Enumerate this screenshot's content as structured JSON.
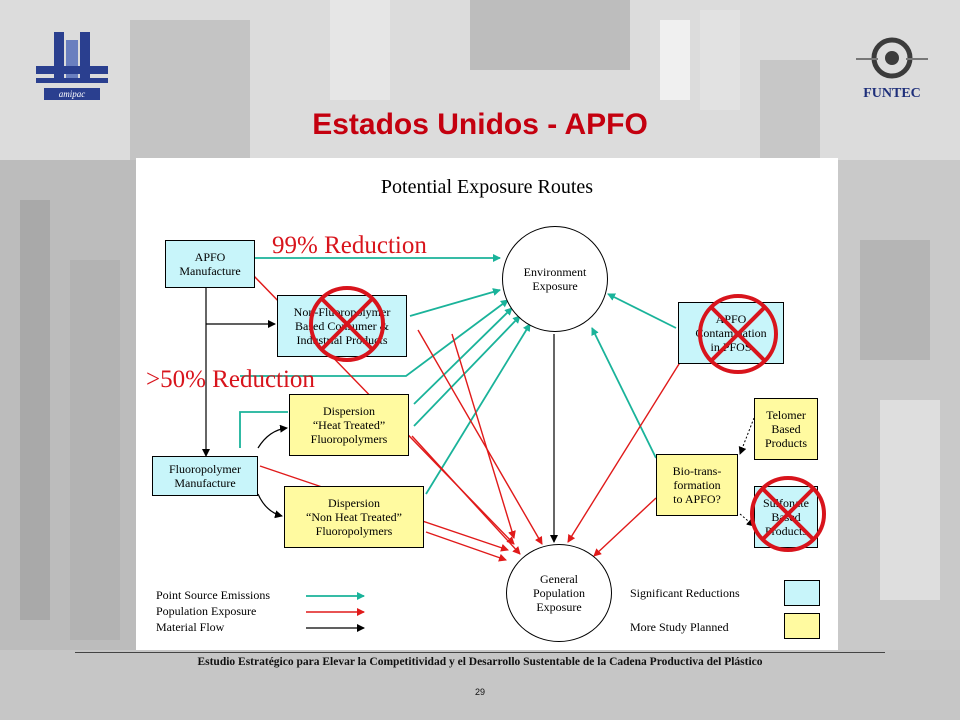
{
  "slide": {
    "title": "Estados Unidos - APFO",
    "footer": "Estudio Estratégico para Elevar la Competitividad y el Desarrollo Sustentable de la Cadena Productiva del Plástico",
    "page_number": "29"
  },
  "logos": {
    "left_text": "amipac",
    "right_text": "FUNTEC"
  },
  "diagram": {
    "title": "Potential Exposure Routes",
    "callouts": {
      "reduction_99": "99% Reduction",
      "reduction_50": ">50% Reduction"
    },
    "nodes": {
      "apfo_manufacture": [
        "APFO",
        "Manufacture"
      ],
      "non_fluoropolymer": [
        "Non-Fluoropolymer",
        "Based Consumer &",
        "Industrial Products"
      ],
      "dispersion_heat": [
        "Dispersion",
        "“Heat Treated”",
        "Fluoropolymers"
      ],
      "fluoropolymer_manufacture": [
        "Fluoropolymer",
        "Manufacture"
      ],
      "dispersion_non_heat": [
        "Dispersion",
        "“Non Heat Treated”",
        "Fluoropolymers"
      ],
      "environment_exposure": [
        "Environment",
        "Exposure"
      ],
      "general_population": [
        "General",
        "Population",
        "Exposure"
      ],
      "apfo_contamination": [
        "APFO",
        "Contamination",
        "in PFOS"
      ],
      "telomer": [
        "Telomer",
        "Based",
        "Products"
      ],
      "biotransformation": [
        "Bio-trans-",
        "formation",
        "to APFO?"
      ],
      "sulfonate": [
        "Sulfonate",
        "Based",
        "Products"
      ]
    },
    "legend": {
      "lines": [
        {
          "label": "Point Source Emissions",
          "color": "#1ab39a"
        },
        {
          "label": "Population Exposure",
          "color": "#e01a1a"
        },
        {
          "label": "Material Flow",
          "color": "#000000"
        }
      ],
      "boxes": [
        {
          "label": "Significant Reductions",
          "color": "#c8f5fa"
        },
        {
          "label": "More Study Planned",
          "color": "#fffaa0"
        }
      ]
    },
    "colors": {
      "emission": "#1ab39a",
      "population": "#e01a1a",
      "crossout": "#d8141c",
      "title_red": "#c4000f"
    }
  }
}
